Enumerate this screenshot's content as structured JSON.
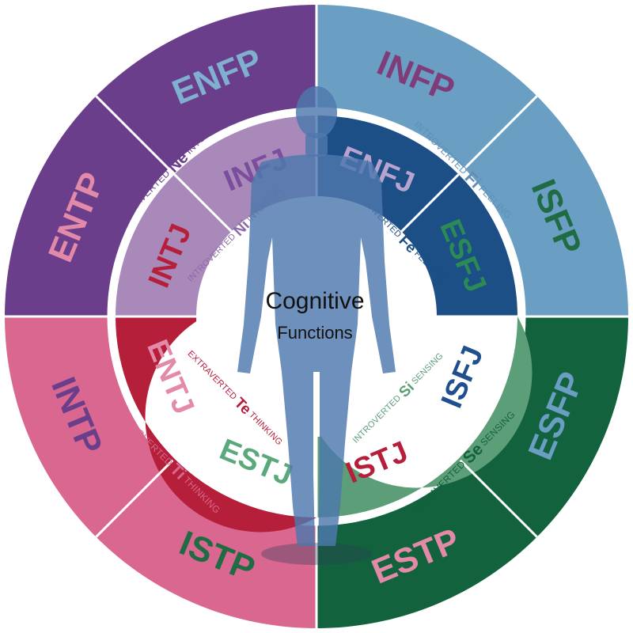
{
  "title": "Cognitive",
  "subtitle": "Functions",
  "colors": {
    "purple": "#6b3e8c",
    "lightBlue": "#6a9ec3",
    "pink": "#d9678f",
    "green": "#12633d",
    "innerPurple": "#a889ba",
    "innerBlue": "#1b4f86",
    "innerRed": "#b51f3a",
    "innerGreen": "#5c9e78",
    "figure": "#4e78ad"
  },
  "outer_types": [
    {
      "label": "ENFP",
      "color": "#7fb0cf"
    },
    {
      "label": "INFP",
      "color": "#7f3c78"
    },
    {
      "label": "ISFP",
      "color": "#1f6b43"
    },
    {
      "label": "ESFP",
      "color": "#6a9ec3"
    },
    {
      "label": "ESTP",
      "color": "#e48aa9"
    },
    {
      "label": "ISTP",
      "color": "#1f6b43"
    },
    {
      "label": "INTP",
      "color": "#6b3e8c"
    },
    {
      "label": "ENTP",
      "color": "#e48aa9"
    }
  ],
  "inner_types": [
    {
      "label": "INFJ",
      "color": "#7b4d9c"
    },
    {
      "label": "ENFJ",
      "color": "#b8a3cf"
    },
    {
      "label": "ESFJ",
      "color": "#2c8a55"
    },
    {
      "label": "ISFJ",
      "color": "#1f4f8e"
    },
    {
      "label": "ISTJ",
      "color": "#b51f3a"
    },
    {
      "label": "ESTJ",
      "color": "#5aa97c"
    },
    {
      "label": "ENTJ",
      "color": "#e48aa9"
    },
    {
      "label": "INTJ",
      "color": "#b51f3a"
    }
  ],
  "outer_functions": [
    {
      "prefix": "EXTRAVERTED",
      "code": "Ne",
      "suffix": "INTUITION",
      "color": "#6b3e8c"
    },
    {
      "prefix": "INTROVERTED",
      "code": "Fi",
      "suffix": "FEELING",
      "color": "#5f8fb6"
    },
    {
      "prefix": "EXTRAVERTED",
      "code": "Se",
      "suffix": "SENSING",
      "color": "#12633d"
    },
    {
      "prefix": "INTROVERTED",
      "code": "Ti",
      "suffix": "THINKING",
      "color": "#d9678f"
    }
  ],
  "inner_functions": [
    {
      "prefix": "INTROVERTED",
      "code": "Ni",
      "suffix": "INTUITION",
      "color": "#8c6aa8"
    },
    {
      "prefix": "EXTRAVERTED",
      "code": "Fe",
      "suffix": "FEELING",
      "color": "#1b4f86"
    },
    {
      "prefix": "INTROVERTED",
      "code": "Si",
      "suffix": "SENSING",
      "color": "#5c9e78"
    },
    {
      "prefix": "EXTRAVERTED",
      "code": "Te",
      "suffix": "THINKING",
      "color": "#b51f3a"
    }
  ]
}
